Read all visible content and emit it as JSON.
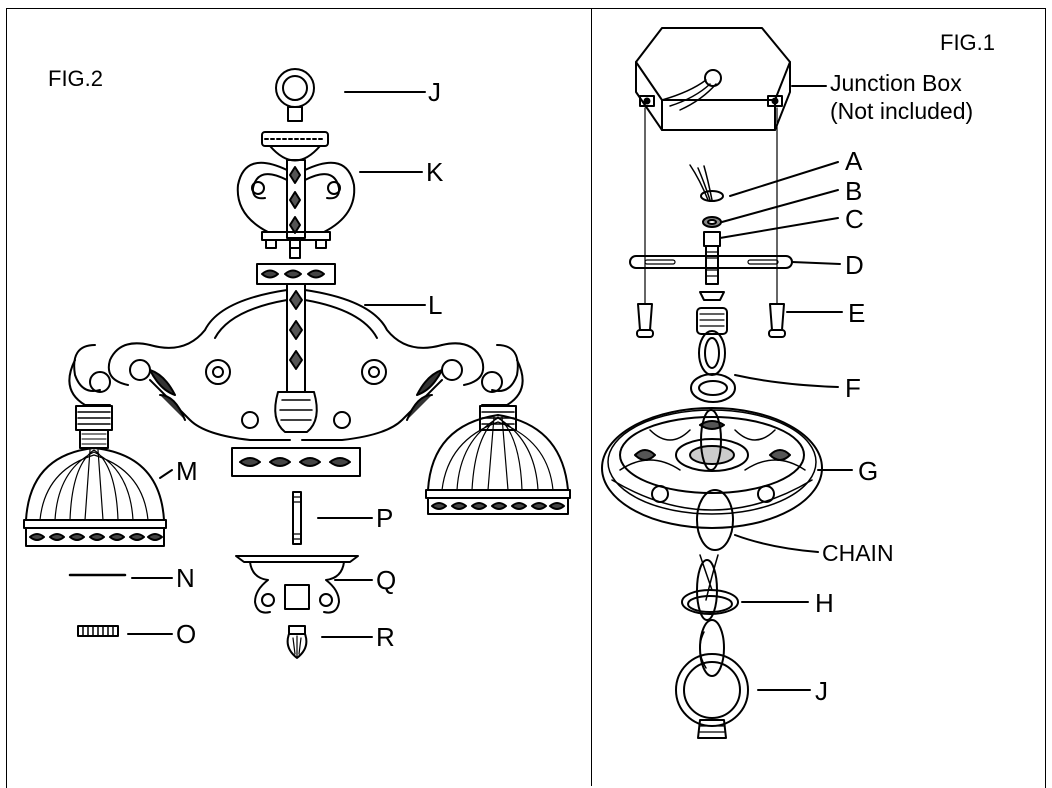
{
  "figures": {
    "fig2": {
      "title": "FIG.2"
    },
    "fig1": {
      "title": "FIG.1"
    }
  },
  "fig2_labels": {
    "J": "J",
    "K": "K",
    "L": "L",
    "M": "M",
    "N": "N",
    "O": "O",
    "P": "P",
    "Q": "Q",
    "R": "R"
  },
  "fig1_labels": {
    "junction_box": "Junction Box",
    "not_included": "(Not included)",
    "A": "A",
    "B": "B",
    "C": "C",
    "D": "D",
    "E": "E",
    "F": "F",
    "G": "G",
    "chain": "CHAIN",
    "H": "H",
    "J": "J"
  }
}
